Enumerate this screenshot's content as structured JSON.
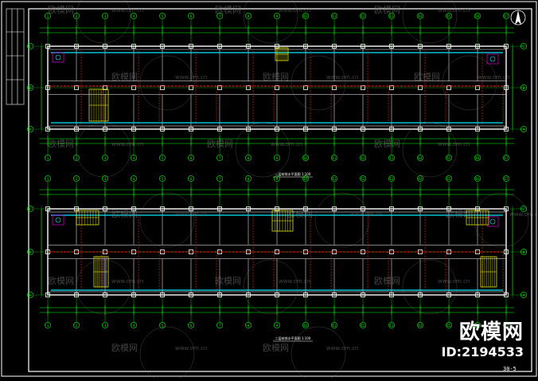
{
  "drawing": {
    "plan_upper_caption": "一层给排水平面图 1:100",
    "plan_lower_caption": "二层给排水平面图 1:100",
    "sheet_number": "30-5",
    "axis_letters_upper": [
      "C",
      "B",
      "A"
    ],
    "axis_letters_lower": [
      "C",
      "B",
      "A"
    ],
    "axis_numbers": [
      "1",
      "2",
      "3",
      "4",
      "5",
      "6",
      "7",
      "8",
      "9",
      "10",
      "11",
      "12",
      "13",
      "14",
      "15",
      "16",
      "17"
    ]
  },
  "watermark": {
    "text": "欧模网",
    "url": "www.om.cn"
  },
  "brand": {
    "name": "欧模网",
    "id_label": "ID:2194533"
  },
  "colors": {
    "background": "#000000",
    "frame": "#ffffff",
    "wall": "#ffffff",
    "dimension": "#00ff00",
    "axis_bubble": "#00ff00",
    "pipe_red": "#ff2020",
    "pipe_cyan": "#00e5ff",
    "stair_yellow": "#ffff00",
    "fixture_magenta": "#ff00ff",
    "watermark": "#7a7a7a"
  }
}
